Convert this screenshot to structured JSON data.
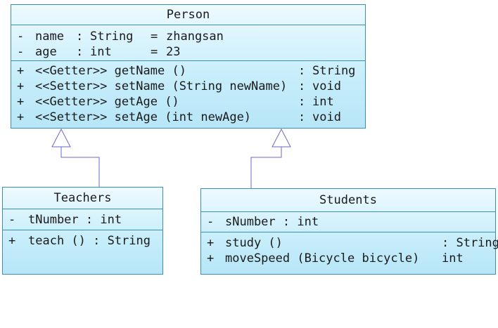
{
  "classes": {
    "person": {
      "name": "Person",
      "attributes": [
        {
          "visibility": "-",
          "name": "name",
          "colon": ":",
          "type": "String",
          "eq": "=",
          "value": "zhangsan"
        },
        {
          "visibility": "-",
          "name": "age",
          "colon": ":",
          "type": "int",
          "eq": "=",
          "value": "23"
        }
      ],
      "operations": [
        {
          "visibility": "+",
          "signature": "<<Getter>> getName ()",
          "colon": ":",
          "return_type": "String"
        },
        {
          "visibility": "+",
          "signature": "<<Setter>> setName (String newName)",
          "colon": ":",
          "return_type": "void"
        },
        {
          "visibility": "+",
          "signature": "<<Getter>> getAge ()",
          "colon": ":",
          "return_type": "int"
        },
        {
          "visibility": "+",
          "signature": "<<Setter>> setAge (int newAge)",
          "colon": ":",
          "return_type": "void"
        }
      ]
    },
    "teachers": {
      "name": "Teachers",
      "attributes": [
        {
          "visibility": "-",
          "text": "tNumber : int"
        }
      ],
      "operations": [
        {
          "visibility": "+",
          "text": "teach () : String"
        }
      ]
    },
    "students": {
      "name": "Students",
      "attributes": [
        {
          "visibility": "-",
          "text": "sNumber : int"
        }
      ],
      "operations": [
        {
          "visibility": "+",
          "text": "study ()",
          "return_type": ": String"
        },
        {
          "visibility": "+",
          "text": "moveSpeed (Bicycle bicycle)",
          "return_type": "int"
        }
      ]
    }
  },
  "colors": {
    "class_border": "#3a8fb7",
    "class_fill_top": "#eefaff",
    "class_fill_bottom": "#b6e6f8",
    "connector": "#6a6ac8"
  }
}
